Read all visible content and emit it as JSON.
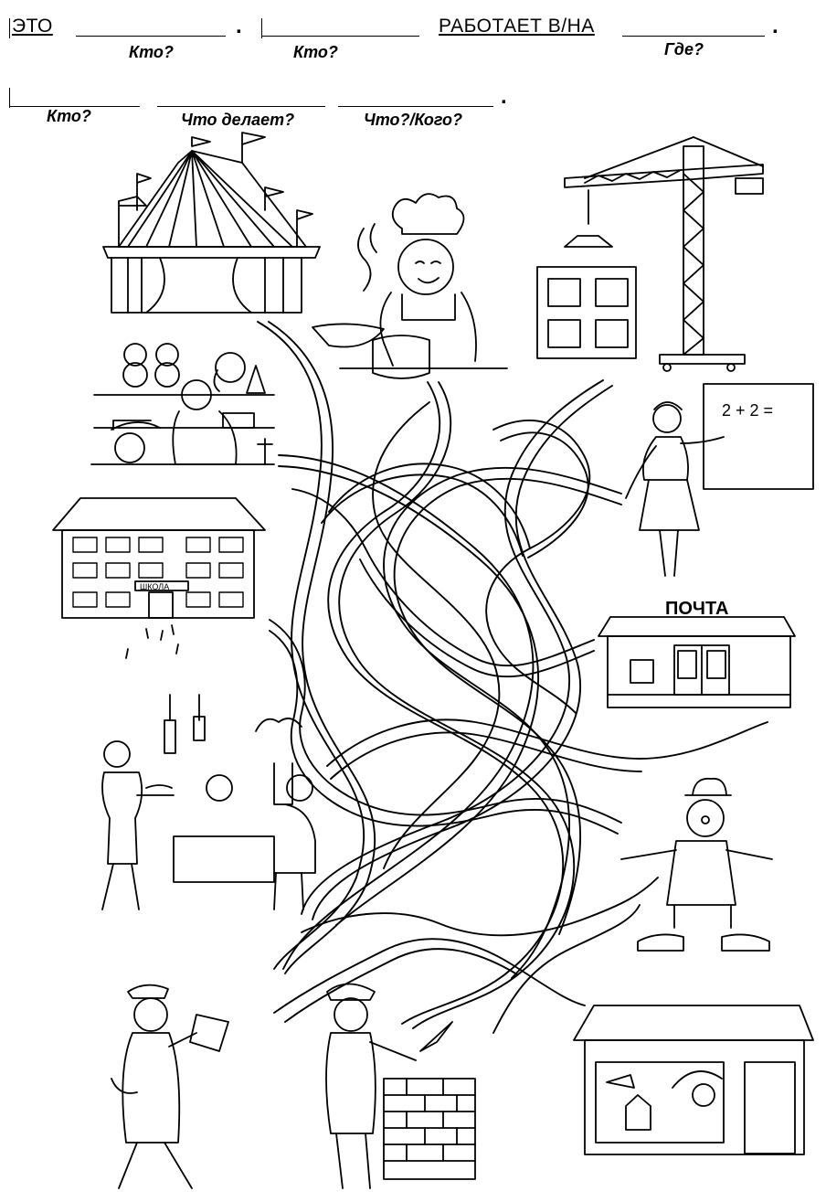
{
  "worksheet": {
    "row1": {
      "eto": "ЭТО",
      "rabotaet": "РАБОТАЕТ В/НА",
      "dot": "."
    },
    "hints_row1": [
      "Кто?",
      "Кто?",
      "Где?"
    ],
    "hints_row2": [
      "Кто?",
      "Что делает?",
      "Что?/Кого?"
    ],
    "dot2": "."
  },
  "scene": {
    "pochta_sign": "ПОЧТА",
    "school_sign": "ШКОЛА",
    "board_text": "2 + 2 ="
  }
}
